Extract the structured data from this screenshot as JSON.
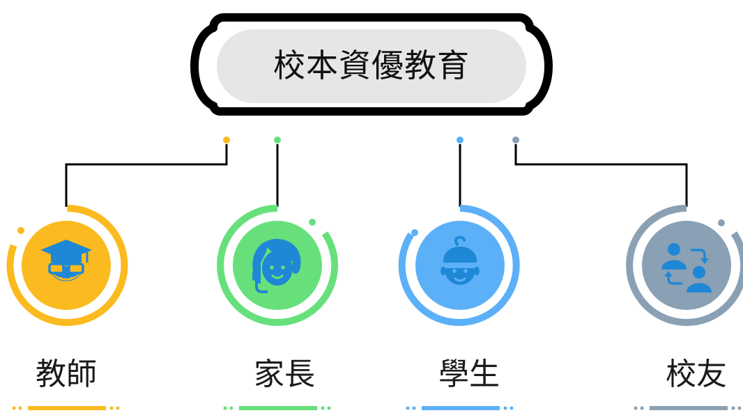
{
  "title": "校本資優教育",
  "nodes": [
    {
      "label": "教師",
      "color": "#fbba1f",
      "icon": "teacher-graduate-icon"
    },
    {
      "label": "家長",
      "color": "#67e07c",
      "icon": "parent-woman-icon"
    },
    {
      "label": "學生",
      "color": "#5cb0f7",
      "icon": "student-boy-icon"
    },
    {
      "label": "校友",
      "color": "#8aa0b4",
      "icon": "alumni-exchange-icon"
    }
  ]
}
